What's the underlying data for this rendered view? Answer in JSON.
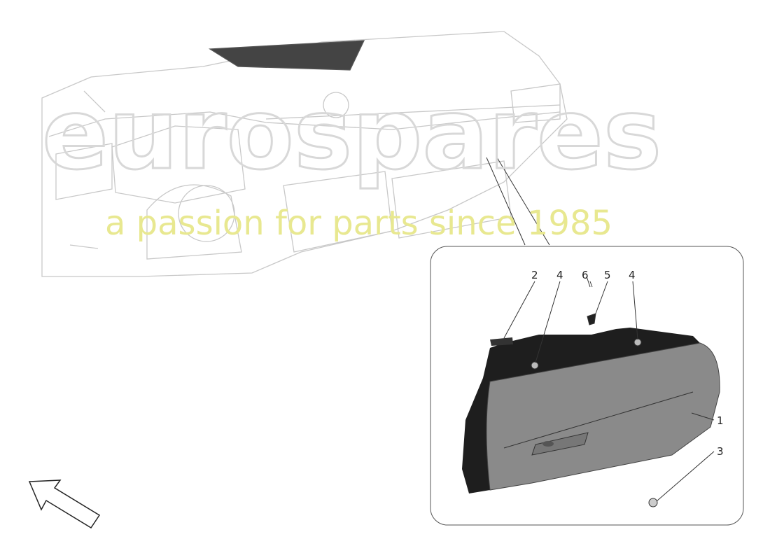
{
  "diagram": {
    "callouts": [
      {
        "label": "2"
      },
      {
        "label": "4"
      },
      {
        "label": "6"
      },
      {
        "label": "5"
      },
      {
        "label": "4"
      },
      {
        "label": "1"
      },
      {
        "label": "3"
      }
    ],
    "watermark": {
      "brand": "eurospares",
      "tagline": "a passion for parts since 1985"
    },
    "colors": {
      "line": "#333333",
      "faint_line": "#c8c8c8",
      "part_fill": "#8a8a8a",
      "bracket_fill": "#1e1e1e"
    }
  }
}
